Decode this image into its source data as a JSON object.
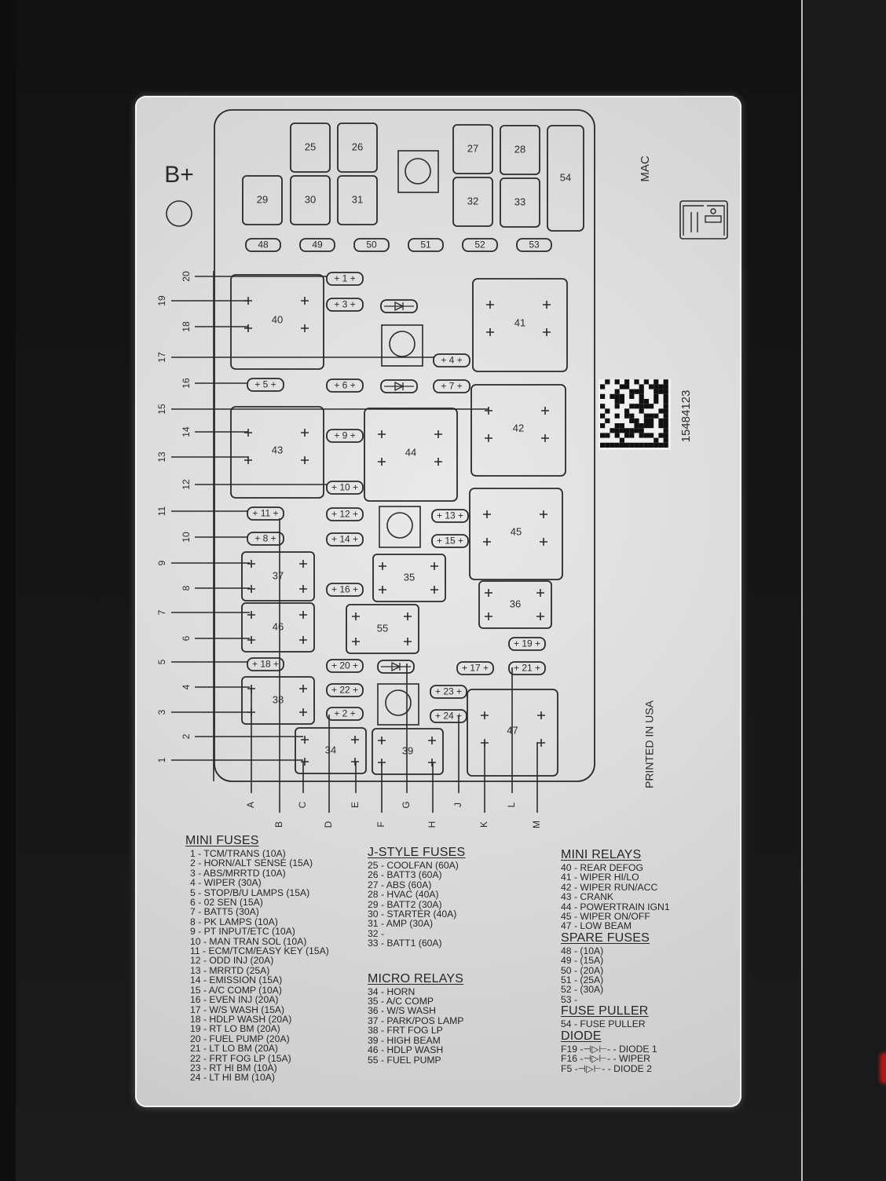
{
  "diagram": {
    "top_label": "B+",
    "mac_label": "MAC",
    "part_number": "15484123",
    "printed": "PRINTED IN USA",
    "info_icon": "owner-manual-info-icon",
    "j_fuses_top_row": [
      "25",
      "26",
      "27",
      "28"
    ],
    "j_fuses_second_row": [
      "29",
      "30",
      "31",
      "32",
      "33"
    ],
    "fuse_puller": "54",
    "spare_fuses": [
      "48",
      "49",
      "50",
      "51",
      "52",
      "53"
    ],
    "mini_relays": [
      "40",
      "41",
      "42",
      "43",
      "44",
      "45",
      "47"
    ],
    "micro_relays": [
      "34",
      "35",
      "36",
      "37",
      "38",
      "39",
      "46",
      "55"
    ],
    "mini_fuses": [
      "1",
      "2",
      "3",
      "4",
      "5",
      "6",
      "7",
      "8",
      "9",
      "10",
      "11",
      "12",
      "13",
      "14",
      "15",
      "16",
      "17",
      "18",
      "19",
      "20",
      "21",
      "22",
      "23",
      "24"
    ],
    "left_pin_labels": [
      "1",
      "2",
      "3",
      "4",
      "5",
      "6",
      "7",
      "8",
      "9",
      "10",
      "11",
      "12",
      "13",
      "14",
      "15",
      "16",
      "17",
      "18",
      "19",
      "20"
    ],
    "bottom_pin_labels": [
      "A",
      "B",
      "C",
      "D",
      "E",
      "F",
      "G",
      "H",
      "J",
      "K",
      "L",
      "M"
    ]
  },
  "legend": {
    "mini_fuses": {
      "title": "MINI FUSES",
      "items": [
        "1 - TCM/TRANS (10A)",
        "2 - HORN/ALT SENSE (15A)",
        "3 - ABS/MRRTD (10A)",
        "4 - WIPER (30A)",
        "5 - STOP/B/U LAMPS (15A)",
        "6 - 02 SEN (15A)",
        "7 - BATT5 (30A)",
        "8 - PK LAMPS (10A)",
        "9 - PT INPUT/ETC (10A)",
        "10 - MAN TRAN SOL (10A)",
        "11 - ECM/TCM/EASY KEY (15A)",
        "12 - ODD INJ (20A)",
        "13 - MRRTD (25A)",
        "14 - EMISSION (15A)",
        "15 - A/C COMP (10A)",
        "16 - EVEN INJ (20A)",
        "17 - W/S WASH (15A)",
        "18 - HDLP WASH (20A)",
        "19 - RT LO BM (20A)",
        "20 - FUEL PUMP (20A)",
        "21 - LT LO BM (20A)",
        "22 - FRT FOG LP (15A)",
        "23 - RT HI BM (10A)",
        "24 - LT HI BM (10A)"
      ]
    },
    "j_style_fuses": {
      "title": "J-STYLE FUSES",
      "items": [
        "25 - COOLFAN (60A)",
        "26 - BATT3 (60A)",
        "27 - ABS (60A)",
        "28 - HVAC (40A)",
        "29 - BATT2 (30A)",
        "30 - STARTER (40A)",
        "31 - AMP (30A)",
        "32 -",
        "33 - BATT1 (60A)"
      ]
    },
    "micro_relays": {
      "title": "MICRO RELAYS",
      "items": [
        "34 - HORN",
        "35 - A/C COMP",
        "36 - W/S WASH",
        "37 - PARK/POS LAMP",
        "38 - FRT FOG LP",
        "39 - HIGH BEAM",
        "46 - HDLP WASH",
        "55 - FUEL PUMP"
      ]
    },
    "mini_relays": {
      "title": "MINI RELAYS",
      "items": [
        "40 - REAR DEFOG",
        "41 - WIPER HI/LO",
        "42 - WIPER RUN/ACC",
        "43 - CRANK",
        "44 - POWERTRAIN IGN1",
        "45 - WIPER ON/OFF",
        "47 - LOW BEAM"
      ]
    },
    "spare_fuses": {
      "title": "SPARE FUSES",
      "items": [
        "48 - (10A)",
        "49 - (15A)",
        "50 - (20A)",
        "51 - (25A)",
        "52 - (30A)",
        "53 -"
      ]
    },
    "fuse_puller": {
      "title": "FUSE PULLER",
      "items": [
        "54 - FUSE PULLER"
      ]
    },
    "diode": {
      "title": "DIODE",
      "items": [
        "F19 -⊣▷⊢- - DIODE 1",
        "F16 -⊣▷⊢- - WIPER",
        "F5  -⊣▷⊢- - DIODE 2"
      ]
    }
  },
  "colors": {
    "ink": "#2a2a2a",
    "label_bg": "#dcdcdc",
    "housing": "#151515",
    "red_light": "#b01818"
  }
}
